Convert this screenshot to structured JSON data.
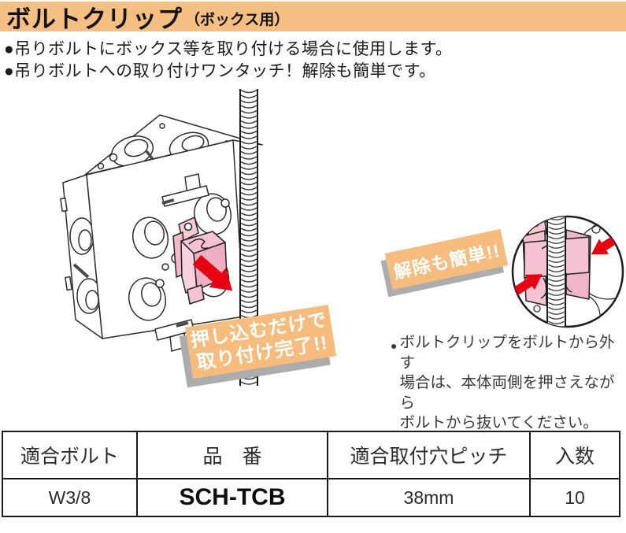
{
  "header": {
    "title": "ボルトクリップ",
    "subtitle": "（ボックス用）",
    "bg_color": "#F5BE82"
  },
  "intro": {
    "bullets": [
      "●吊りボルトにボックス等を取り付ける場合に使用します。",
      "●吊りボルトへの取り付けワンタッチ！解除も簡単です。"
    ]
  },
  "illustration": {
    "push_callout": {
      "line1": "押し込むだけで",
      "line2": "取り付け完了!!"
    },
    "release_callout": {
      "label": "解除も簡単!!"
    },
    "note": {
      "bullet": "●",
      "lines": [
        "ボルトクリップをボルトから外す",
        "場合は、本体両側を押さえながら",
        "ボルトから抜いてください。"
      ]
    },
    "colors": {
      "callout_bg": "#F6BC7E",
      "callout_shadow": "#ACACAC",
      "clip_pink": "#F6C9D5",
      "clip_pink_dark": "#EFAFC3",
      "arrow_red": "#E60012",
      "line_art": "#2E2E2E"
    }
  },
  "table": {
    "headers": [
      "適合ボルト",
      "品　番",
      "適合取付穴ピッチ",
      "入数"
    ],
    "rows": [
      [
        "W3/8",
        "SCH-TCB",
        "38mm",
        "10"
      ]
    ]
  }
}
